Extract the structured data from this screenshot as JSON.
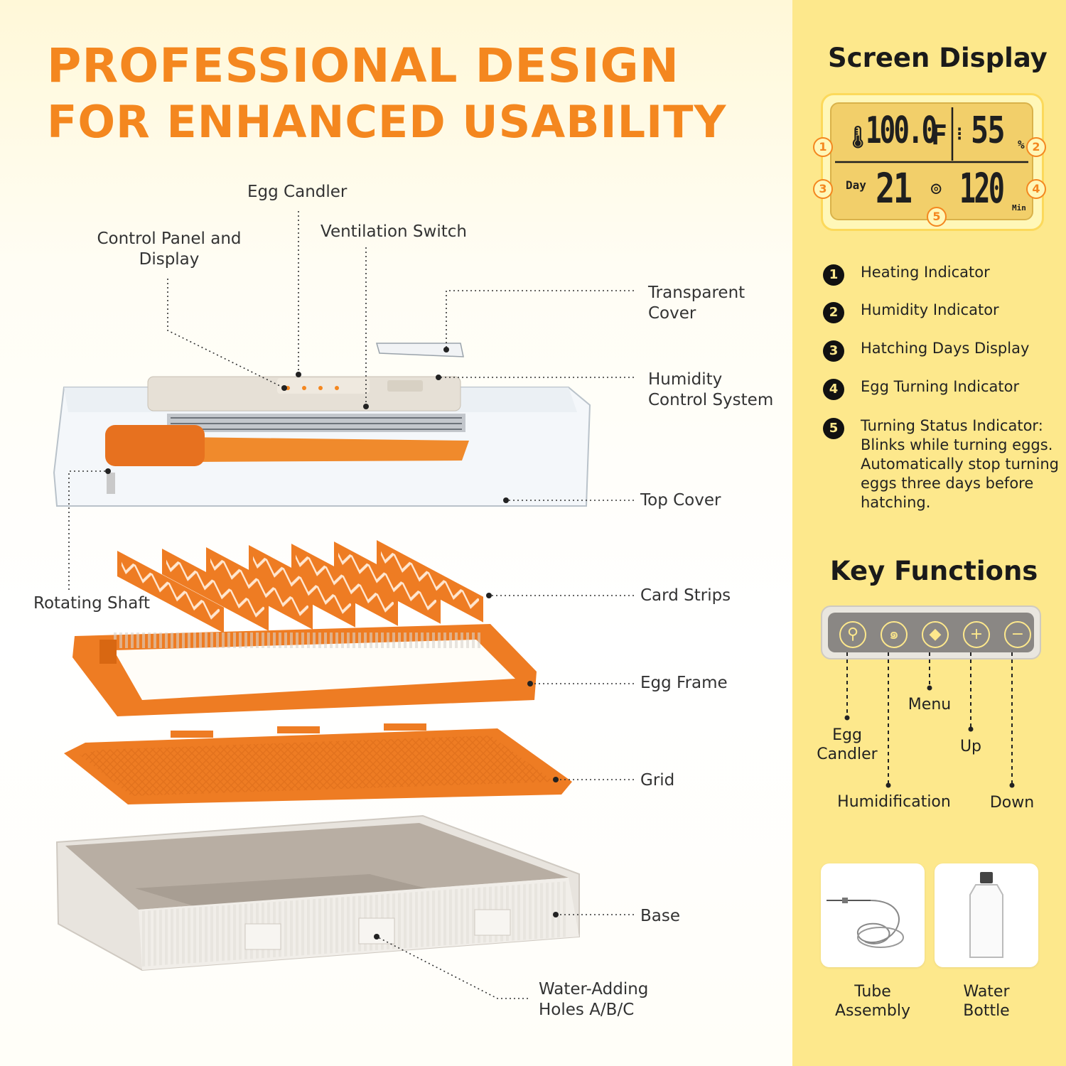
{
  "headline": {
    "line1": "PROFESSIONAL DESIGN",
    "line2": "FOR ENHANCED USABILITY"
  },
  "colors": {
    "accent_orange": "#f4871f",
    "panel_yellow": "#fde88c",
    "lcd_amber": "#f2cf6a",
    "base_gray": "#e6e2dc"
  },
  "callouts": {
    "egg_candler": "Egg Candler",
    "control_panel": "Control Panel and\nDisplay",
    "ventilation_switch": "Ventilation Switch",
    "transparent_cover": "Transparent\nCover",
    "humidity_control": "Humidity\nControl System",
    "top_cover": "Top Cover",
    "rotating_shaft": "Rotating Shaft",
    "card_strips": "Card Strips",
    "egg_frame": "Egg Frame",
    "grid": "Grid",
    "base": "Base",
    "water_holes": "Water-Adding\nHoles A/B/C"
  },
  "screen_display": {
    "title": "Screen Display",
    "lcd": {
      "temperature": "100.0",
      "temp_unit": "F",
      "humidity": "55",
      "humidity_unit": "%",
      "day_label": "Day",
      "day": "21",
      "turn_minutes": "120",
      "minutes_unit": "Min",
      "marker_1": "1",
      "marker_2": "2",
      "marker_3": "3",
      "marker_4": "4",
      "marker_5": "5"
    },
    "legend": [
      {
        "num": "1",
        "text": "Heating Indicator"
      },
      {
        "num": "2",
        "text": "Humidity Indicator"
      },
      {
        "num": "3",
        "text": "Hatching Days Display"
      },
      {
        "num": "4",
        "text": "Egg Turning Indicator"
      },
      {
        "num": "5",
        "text": "Turning Status Indicator: Blinks while turning eggs. Automatically stop turning eggs three days before hatching."
      }
    ]
  },
  "key_functions": {
    "title": "Key Functions",
    "keys": {
      "egg_candler": "Egg\nCandler",
      "humidification": "Humidification",
      "menu": "Menu",
      "up": "Up",
      "down": "Down"
    },
    "icons": [
      "flashlight-icon",
      "fan-icon",
      "menu-diamond-icon",
      "plus-icon",
      "minus-icon"
    ]
  },
  "accessories": {
    "tube": "Tube\nAssembly",
    "bottle": "Water\nBottle"
  }
}
